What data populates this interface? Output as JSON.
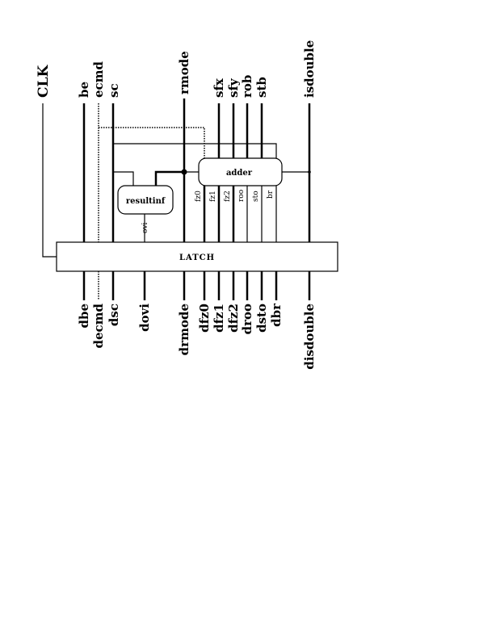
{
  "clock": {
    "label": "CLK"
  },
  "top_signals": [
    "be",
    "ecmd",
    "sc",
    "rmode",
    "sfx",
    "sfy",
    "rob",
    "stb",
    "isdouble"
  ],
  "bottom_signals": [
    "dbe",
    "decmd",
    "dsc",
    "dovi",
    "drmode",
    "dfz0",
    "dfz1",
    "dfz2",
    "droo",
    "dsto",
    "dbr",
    "disdouble"
  ],
  "blocks": {
    "adder": "adder",
    "resultinf": "resultinf",
    "latch": "LATCH"
  },
  "internal_labels": {
    "ovi": "ovi",
    "fz0": "fz0",
    "fz1": "fz1",
    "fz2": "fz2",
    "roo": "roo",
    "sto": "sto",
    "br": "br"
  }
}
